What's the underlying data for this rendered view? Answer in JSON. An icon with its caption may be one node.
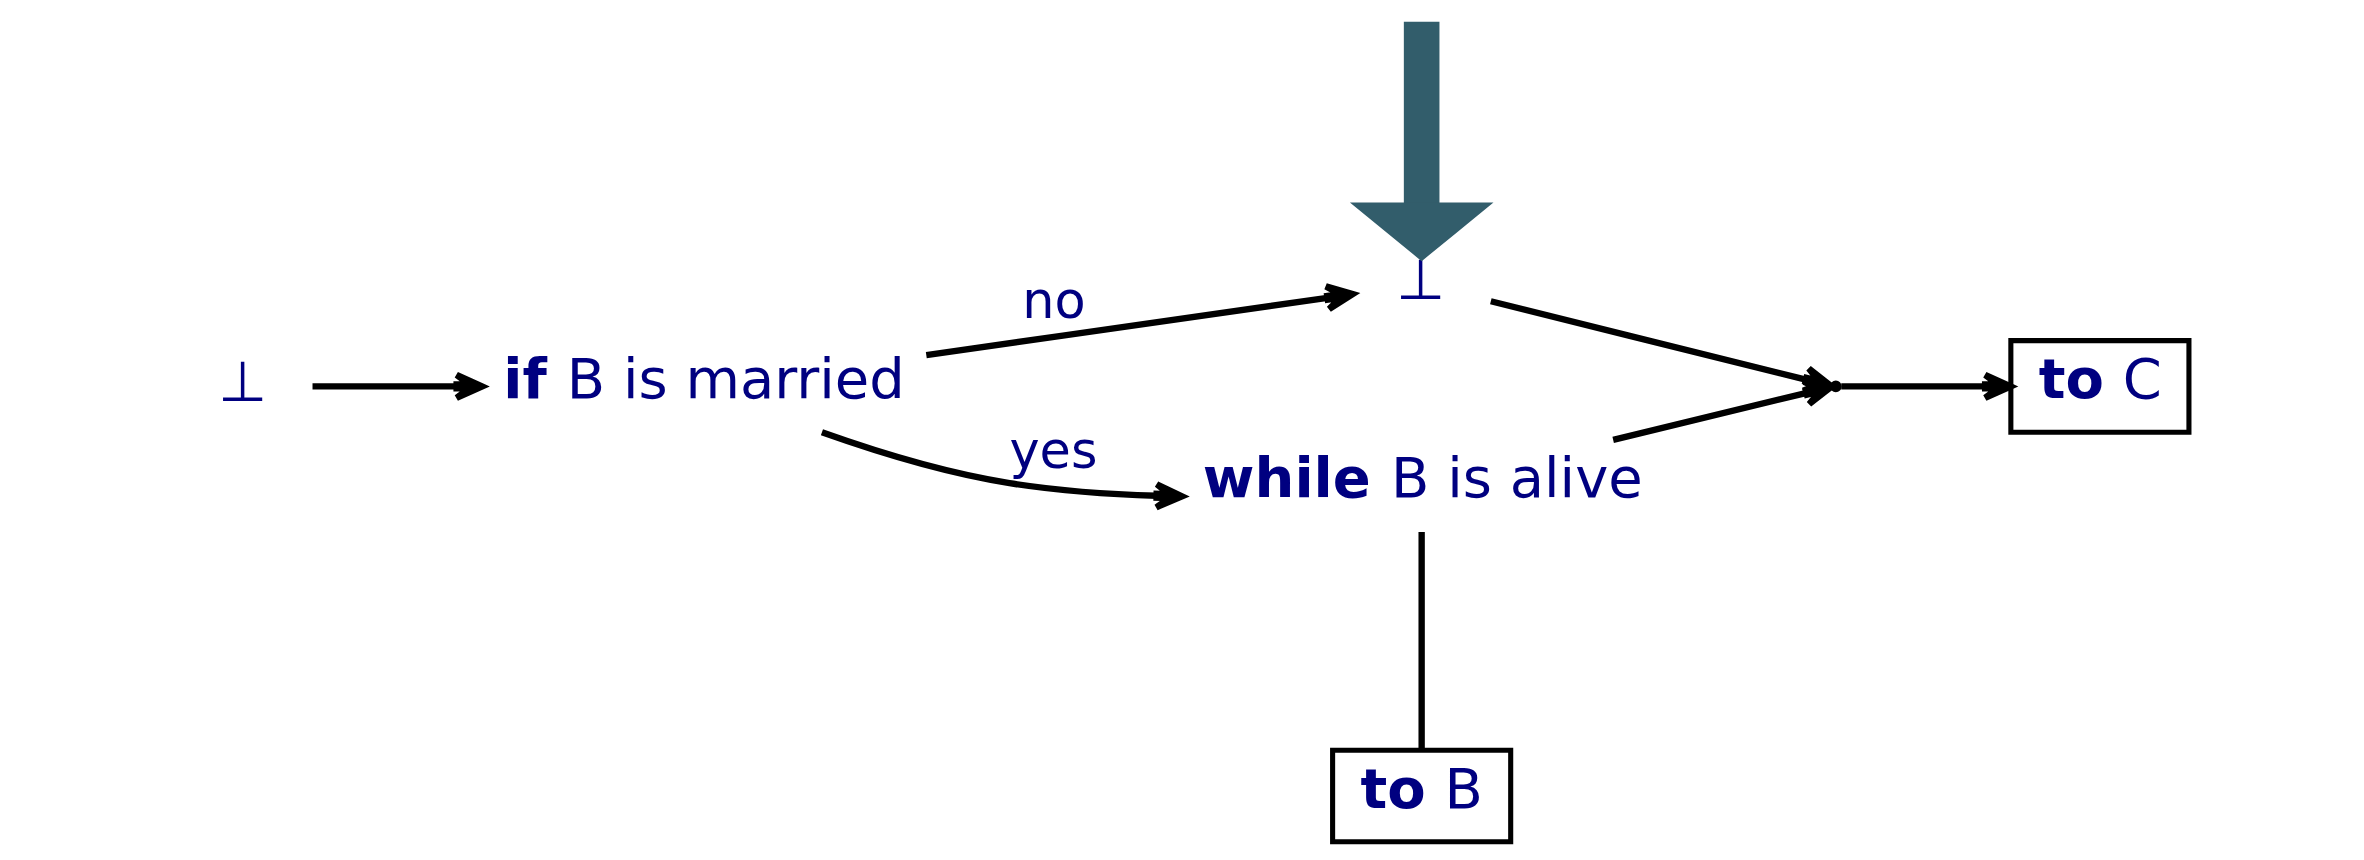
{
  "diagram": {
    "nodes": [
      {
        "text": [
          "⊥"
        ]
      },
      {
        "text": [
          "**if** B is married"
        ]
      },
      {
        "text": [
          "⊥"
        ]
      },
      {
        "text": [],
        "shape": "point"
      },
      {
        "text": [
          "**to** C"
        ]
      },
      {
        "text": [
          "**while** B is alive"
        ]
      },
      {
        "text": [
          "**to** B"
        ]
      }
    ],
    "edges": [
      {
        "from": 0,
        "to": 1,
        "arrow": "to"
      },
      {
        "from": 1,
        "to": 2,
        "arrow": "to",
        "label": "no"
      },
      {
        "from": 1,
        "to": 5,
        "arrow": "to",
        "label": "yes"
      },
      {
        "from": 2,
        "to": 3,
        "arrow": "to"
      },
      {
        "from": 5,
        "to": 3,
        "arrow": "to"
      },
      {
        "from": 3,
        "to": 4,
        "arrow": "to"
      },
      {
        "from": 5,
        "to": 6,
        "arrow": "none"
      },
      {
        "from": null,
        "to": 2,
        "arrow": "to",
        "style": "thick",
        "color": "#325d6b"
      }
    ]
  }
}
